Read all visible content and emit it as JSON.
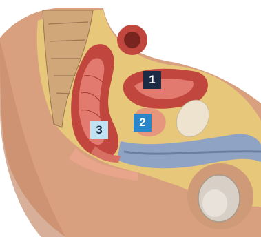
{
  "markers": [
    {
      "label": "1",
      "bg": "#1b2a45",
      "fg": "#ffffff"
    },
    {
      "label": "2",
      "bg": "#2a86c8",
      "fg": "#ffffff"
    },
    {
      "label": "3",
      "bg": "#bfe3f3",
      "fg": "#1b2a45"
    }
  ],
  "colors": {
    "skin": "#d9a07f",
    "skin_shadow": "#b97c60",
    "fat": "#e7c77a",
    "muscle": "#c0463e",
    "mucosa": "#e27a6f",
    "bone": "#cfa779",
    "tissue_blue": "#8fa4c4",
    "gland": "#ede3cf"
  }
}
